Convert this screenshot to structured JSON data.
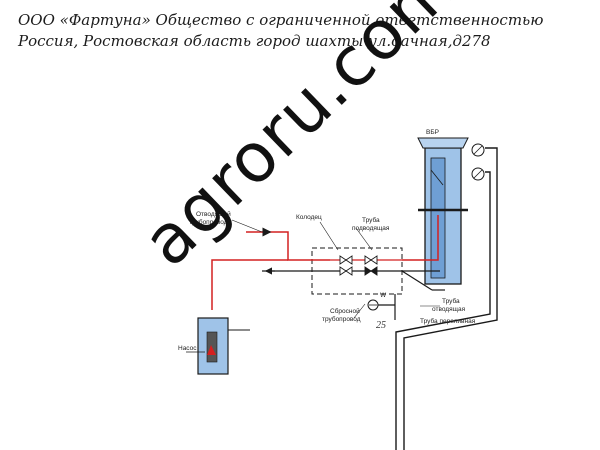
{
  "header": {
    "line1": "ООО «Фартуна» Общество с ограниченной ответственностью",
    "line2": "Россия, Ростовская область город шахты ул.дачная,д278"
  },
  "diagram": {
    "labels": {
      "vbr": "ВБР",
      "outlet_pipeline_1": "Отводящий",
      "outlet_pipeline_2": "трубопровод",
      "well": "Колодец",
      "inlet_pipe_1": "Труба",
      "inlet_pipe_2": "подводящая",
      "pipe_outlet_1": "Труба",
      "pipe_outlet_2": "отводящая",
      "overflow_pipe": "Труба переливная",
      "discharge_pipeline_1": "Сбросной",
      "discharge_pipeline_2": "трубопровод",
      "pump": "Насос",
      "number": "25",
      "w_mark": "W"
    },
    "colors": {
      "red_pipe": "#d42020",
      "blue_tank": "#8fb6e0",
      "lines": "#1a1a1a"
    }
  },
  "watermark": {
    "text": "agroru.com"
  }
}
